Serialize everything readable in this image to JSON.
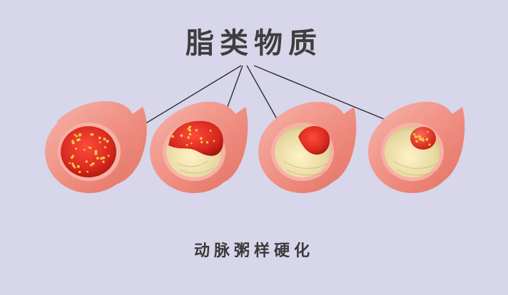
{
  "title": "脂类物质",
  "caption": "动脉粥样硬化",
  "colors": {
    "background": "#d7d6ea",
    "vessel_outer": "#f08f82",
    "vessel_wall": "#f3a79b",
    "blood": "#d8281e",
    "plaque": "#e6d79f",
    "lipid_dot": "#f2c84b",
    "line": "#2f2f2f"
  },
  "stages": [
    {
      "name": "stage-1",
      "plaque_fraction": 0.0
    },
    {
      "name": "stage-2",
      "plaque_fraction": 0.55
    },
    {
      "name": "stage-3",
      "plaque_fraction": 0.75
    },
    {
      "name": "stage-4",
      "plaque_fraction": 0.9
    }
  ]
}
